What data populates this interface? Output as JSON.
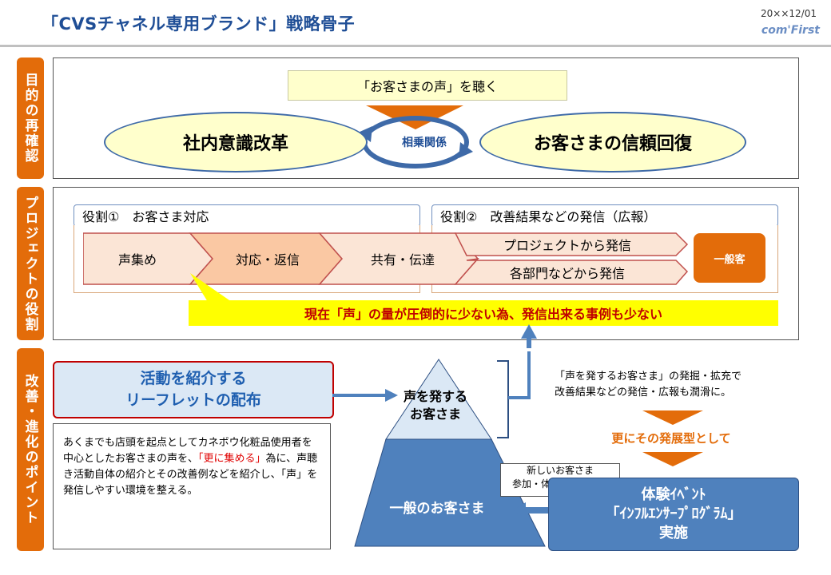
{
  "header": {
    "title": "「CVSチャネル専用ブランド」戦略骨子",
    "date": "20××12/01",
    "logo": "com'First"
  },
  "sections": {
    "purpose": "目的の再確認",
    "project_role": "プロジェクトの役割",
    "improvement": "改善・進化のポイント"
  },
  "purpose": {
    "listen": "「お客さまの声」を聴く",
    "left": "社内意識改革",
    "center": "相乗関係",
    "right": "お客さまの信頼回復"
  },
  "roles": {
    "role1": "役割①　お客さま対応",
    "role2": "役割②　改善結果などの発信（広報）",
    "step1": "声集め",
    "step2": "対応・返信",
    "step3": "共有・伝達",
    "branch1": "プロジェクトから発信",
    "branch2": "各部門などから発信",
    "target": "一般客",
    "banner": "現在「声」の量が圧倒的に少ない為、発信出来る事例も少ない"
  },
  "improvement": {
    "leaflet_line1": "活動を紹介する",
    "leaflet_line2": "リーフレットの配布",
    "paragraph_a": "あくまでも店頭を起点としてカネボウ化粧品使用者を中心としたお客さまの声を、",
    "paragraph_red": "「更に集める」",
    "paragraph_b": "為に、声聴き活動自体の紹介とその改善例などを紹介し、「声」を発信しやすい環境を整える。",
    "pyramid_top_1": "声を発する",
    "pyramid_top_2": "お客さま",
    "pyramid_bottom": "一般のお客さま",
    "note_line1": "「声を発するお客さま」の発掘・拡充で",
    "note_line2": "改善結果などの発信・広報も潤滑に。",
    "develop": "更にその発展型として",
    "new_line1": "新しいお客さま",
    "new_line2": "参加・体験・情報拡散",
    "event_line1": "体験ｲﾍﾞﾝﾄ",
    "event_line2": "「ｲﾝﾌﾙｴﾝｻｰﾌﾟﾛｸﾞﾗﾑ」",
    "event_line3": "実施"
  },
  "colors": {
    "orange": "#e36c0a",
    "title_blue": "#1f4e96",
    "blue": "#4f81bd",
    "pale_yellow": "#ffffcc",
    "red": "#c00000"
  }
}
